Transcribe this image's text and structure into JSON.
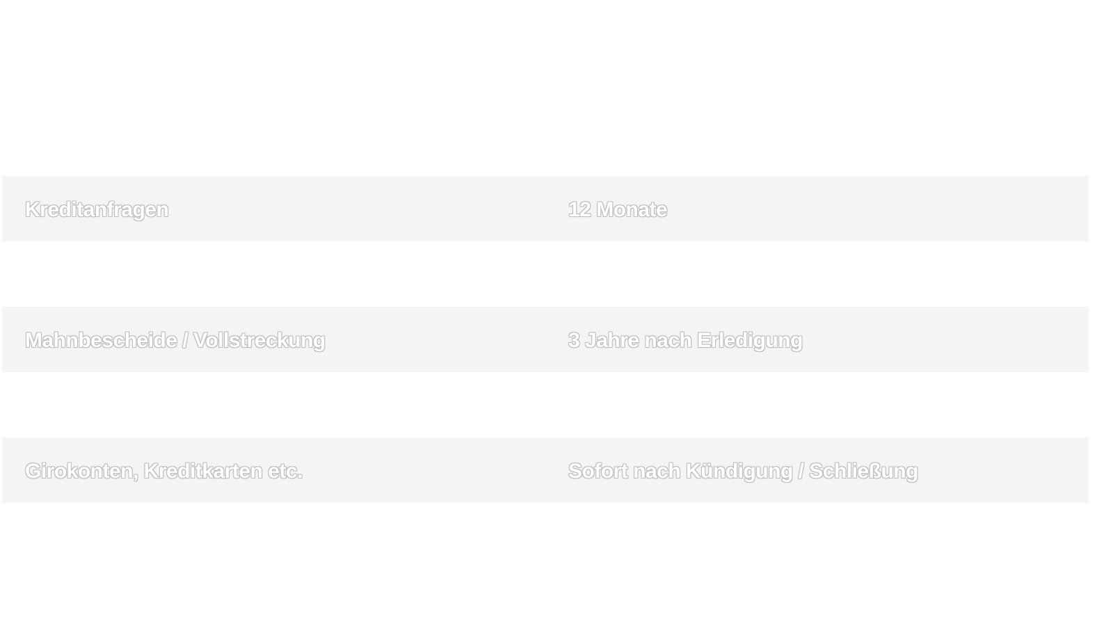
{
  "table": {
    "rows": [
      {
        "category": "Kreditanfragen",
        "retention": "12 Monate"
      },
      {
        "category": "Mahnbescheide / Vollstreckung",
        "retention": "3 Jahre nach Erledigung"
      },
      {
        "category": "Girokonten, Kreditkarten etc.",
        "retention": "Sofort nach Kündigung / Schließung"
      }
    ]
  },
  "colors": {
    "row_background": "#f4f4f4",
    "text": "#ffffff",
    "page_background": "#ffffff"
  }
}
